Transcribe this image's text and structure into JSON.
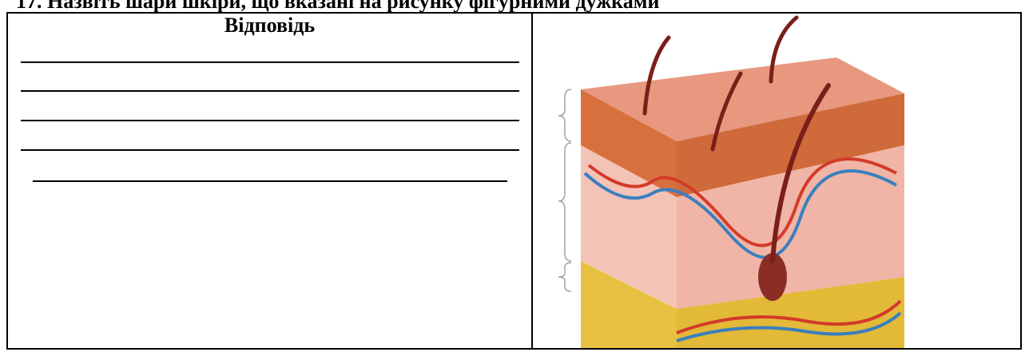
{
  "heading": "17. Назвіть шари шкіри, що вказані на рисунку фігурними дужками",
  "answer": {
    "title": "Відповідь",
    "line_count": 5
  },
  "figure": {
    "bracket_count": 3,
    "colors": {
      "surface": "#e8987e",
      "epidermis": "#d8703e",
      "dermis": "#f3c3b6",
      "fat": "#e8c041",
      "hair": "#7a1f1a",
      "artery": "#d33a2a",
      "vein": "#3a7fc0"
    }
  }
}
